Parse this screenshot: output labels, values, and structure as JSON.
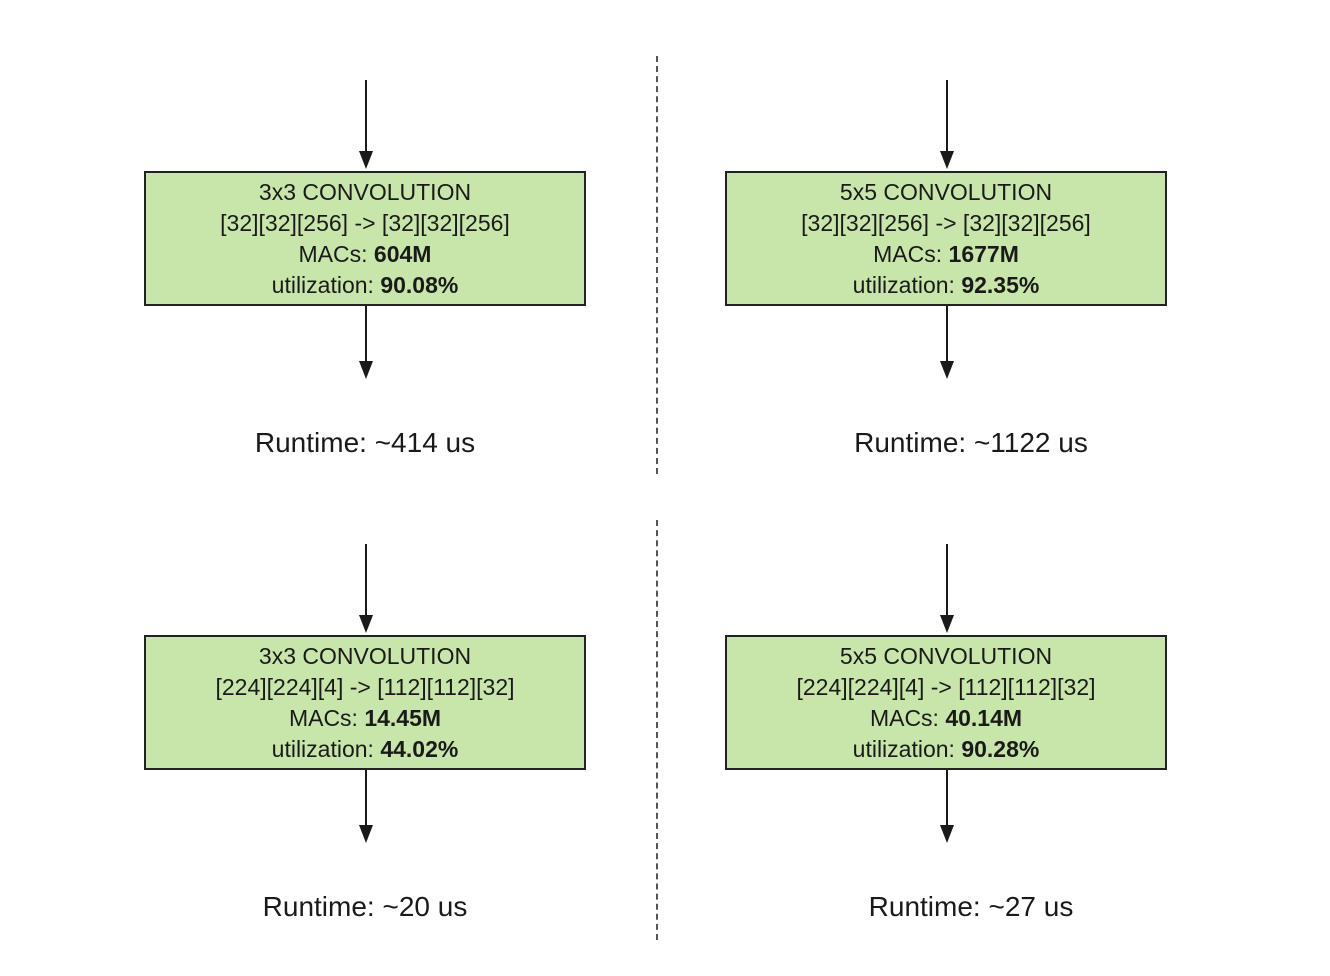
{
  "panels": [
    {
      "title": "3x3 CONVOLUTION",
      "shape": "[32][32][256] -> [32][32][256]",
      "macs_label": "MACs:",
      "macs_value": "604M",
      "util_label": "utilization:",
      "util_value": "90.08%",
      "runtime": "Runtime: ~414 us"
    },
    {
      "title": "5x5 CONVOLUTION",
      "shape": "[32][32][256] -> [32][32][256]",
      "macs_label": "MACs:",
      "macs_value": "1677M",
      "util_label": "utilization:",
      "util_value": "92.35%",
      "runtime": "Runtime: ~1122 us"
    },
    {
      "title": "3x3 CONVOLUTION",
      "shape": "[224][224][4] -> [112][112][32]",
      "macs_label": "MACs:",
      "macs_value": "14.45M",
      "util_label": "utilization:",
      "util_value": "44.02%",
      "runtime": "Runtime: ~20 us"
    },
    {
      "title": "5x5 CONVOLUTION",
      "shape": "[224][224][4] -> [112][112][32]",
      "macs_label": "MACs:",
      "macs_value": "40.14M",
      "util_label": "utilization:",
      "util_value": "90.28%",
      "runtime": "Runtime: ~27 us"
    }
  ],
  "colors": {
    "box_fill": "#c8e6a9",
    "box_border": "#222222",
    "text": "#1a1a1a"
  }
}
